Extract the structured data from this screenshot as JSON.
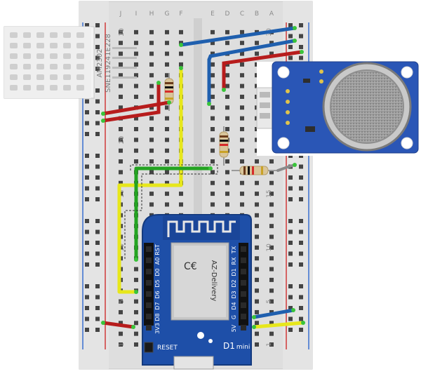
{
  "breadboard": {
    "col_letters_left": [
      "J",
      "I",
      "H",
      "G",
      "F"
    ],
    "col_letters_right": [
      "E",
      "D",
      "C",
      "B",
      "A"
    ],
    "row_numbers": [
      {
        "label": "30",
        "row": 30
      },
      {
        "label": "20",
        "row": 20
      },
      {
        "label": "15",
        "row": 15
      },
      {
        "label": "10",
        "row": 10
      },
      {
        "label": "5",
        "row": 5
      },
      {
        "label": "1",
        "row": 1
      }
    ]
  },
  "sensor_dht": {
    "line1": "AM2302",
    "line2": "SNE119241E228"
  },
  "wemos": {
    "left_pins": [
      "RST",
      "A0",
      "D0",
      "D5",
      "D6",
      "D7",
      "D8",
      "3V3"
    ],
    "right_pins": [
      "TX",
      "RX",
      "D1",
      "D2",
      "D3",
      "D4",
      "G",
      "5V"
    ],
    "reset_label": "RESET",
    "brand_label": "D1",
    "brand_suffix": "mini",
    "module_text": "AZ-Delivery"
  },
  "colors": {
    "wire_red": "#b71c1c",
    "wire_blue": "#1f5fae",
    "wire_yellow": "#e7e71b",
    "wire_green": "#24a322",
    "wire_gray": "#8a8a8a",
    "board_blue": "#1e4fa8",
    "pcb_blue": "#2a56b6"
  }
}
